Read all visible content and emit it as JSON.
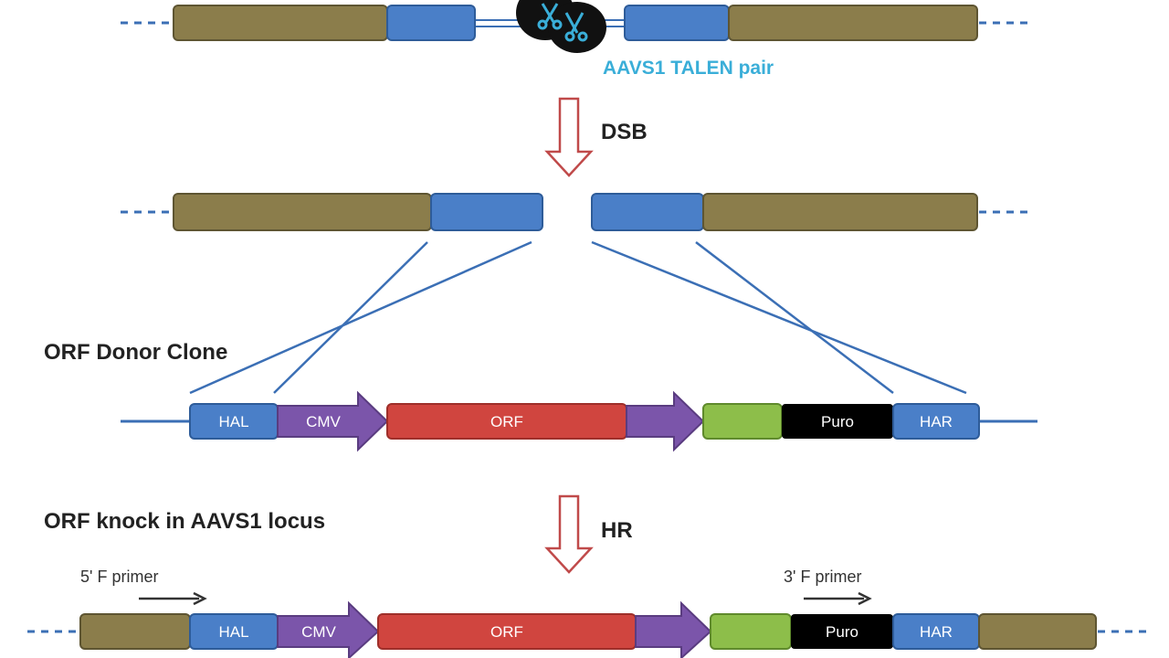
{
  "labels": {
    "talen_pair": "AAVS1 TALEN pair",
    "dsb": "DSB",
    "donor_clone": "ORF Donor Clone",
    "knock_in": "ORF knock in AAVS1 locus",
    "hr": "HR",
    "primer_5": "5' F primer",
    "primer_3": "3' F primer"
  },
  "segments": {
    "hal": "HAL",
    "cmv": "CMV",
    "orf": "ORF",
    "puro": "Puro",
    "har": "HAR"
  },
  "colors": {
    "homology_arm_outer": "#8B7D4B",
    "homology_arm_inner": "#4A7FC8",
    "cmv_promoter": "#7B55AA",
    "orf": "#D0453F",
    "green_element": "#8DBE4A",
    "puro": "#000000",
    "talen_text": "#3AAED8",
    "step_arrow": "#C04A4A",
    "line": "#3B6FB5"
  },
  "icons": {
    "talen": "scissors-icon"
  }
}
